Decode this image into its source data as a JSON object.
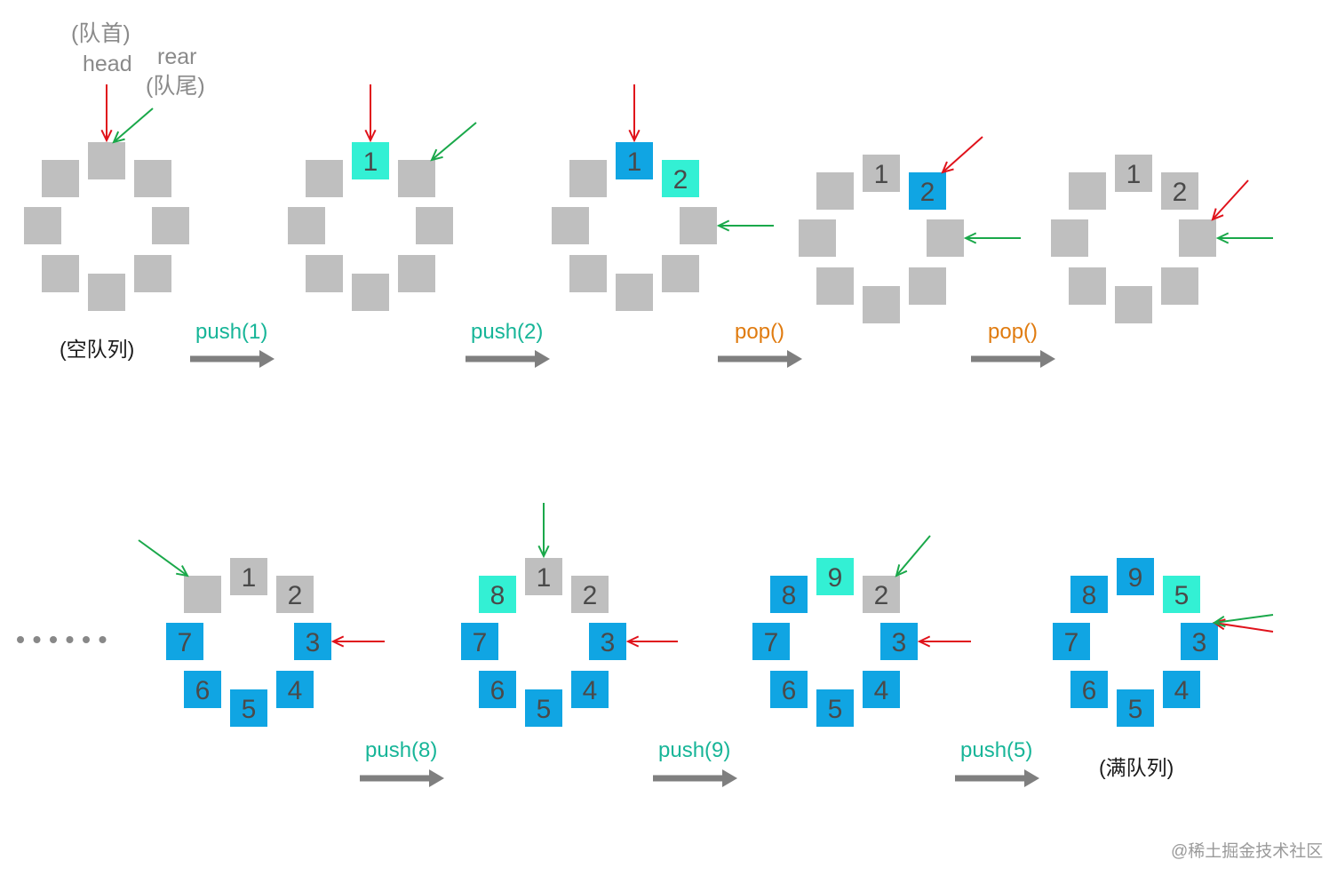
{
  "colors": {
    "empty": "#bfbfbf",
    "filled": "#10a5e3",
    "new": "#33f0d4",
    "text_on_cell": "#4a4a4a",
    "head_arrow": "#e0121b",
    "rear_arrow": "#1aa84a",
    "op_arrow": "#7f7f7f",
    "push_label": "#17b598",
    "pop_label": "#e07b0f",
    "legend": "#8a8a8a"
  },
  "legend": {
    "head_cn": "(队首)",
    "head_en": "head",
    "rear_en": "rear",
    "rear_cn": "(队尾)"
  },
  "captions": {
    "empty_queue": "(空队列)",
    "full_queue": "(满队列)"
  },
  "operations": [
    {
      "label": "push(1)",
      "kind": "push"
    },
    {
      "label": "push(2)",
      "kind": "push"
    },
    {
      "label": "pop()",
      "kind": "pop"
    },
    {
      "label": "pop()",
      "kind": "pop"
    },
    {
      "label": "push(8)",
      "kind": "push"
    },
    {
      "label": "push(9)",
      "kind": "push"
    },
    {
      "label": "push(5)",
      "kind": "push"
    }
  ],
  "ellipsis": "……",
  "watermark": "@稀土掘金技术社区",
  "queues": [
    {
      "cells": [
        {
          "t": "",
          "s": "empty"
        },
        {
          "t": "",
          "s": "empty"
        },
        {
          "t": "",
          "s": "empty"
        },
        {
          "t": "",
          "s": "empty"
        },
        {
          "t": "",
          "s": "empty"
        },
        {
          "t": "",
          "s": "empty"
        },
        {
          "t": "",
          "s": "empty"
        },
        {
          "t": "",
          "s": "empty"
        }
      ],
      "head": 0,
      "rear": 0
    },
    {
      "cells": [
        {
          "t": "1",
          "s": "new"
        },
        {
          "t": "",
          "s": "empty"
        },
        {
          "t": "",
          "s": "empty"
        },
        {
          "t": "",
          "s": "empty"
        },
        {
          "t": "",
          "s": "empty"
        },
        {
          "t": "",
          "s": "empty"
        },
        {
          "t": "",
          "s": "empty"
        },
        {
          "t": "",
          "s": "empty"
        }
      ],
      "head": 0,
      "rear": 1
    },
    {
      "cells": [
        {
          "t": "1",
          "s": "filled"
        },
        {
          "t": "2",
          "s": "new"
        },
        {
          "t": "",
          "s": "empty"
        },
        {
          "t": "",
          "s": "empty"
        },
        {
          "t": "",
          "s": "empty"
        },
        {
          "t": "",
          "s": "empty"
        },
        {
          "t": "",
          "s": "empty"
        },
        {
          "t": "",
          "s": "empty"
        }
      ],
      "head": 0,
      "rear": 2
    },
    {
      "cells": [
        {
          "t": "1",
          "s": "empty"
        },
        {
          "t": "2",
          "s": "filled"
        },
        {
          "t": "",
          "s": "empty"
        },
        {
          "t": "",
          "s": "empty"
        },
        {
          "t": "",
          "s": "empty"
        },
        {
          "t": "",
          "s": "empty"
        },
        {
          "t": "",
          "s": "empty"
        },
        {
          "t": "",
          "s": "empty"
        }
      ],
      "head": 1,
      "rear": 2
    },
    {
      "cells": [
        {
          "t": "1",
          "s": "empty"
        },
        {
          "t": "2",
          "s": "empty"
        },
        {
          "t": "",
          "s": "empty"
        },
        {
          "t": "",
          "s": "empty"
        },
        {
          "t": "",
          "s": "empty"
        },
        {
          "t": "",
          "s": "empty"
        },
        {
          "t": "",
          "s": "empty"
        },
        {
          "t": "",
          "s": "empty"
        }
      ],
      "head": 2,
      "rear": 2
    },
    {
      "cells": [
        {
          "t": "1",
          "s": "empty"
        },
        {
          "t": "2",
          "s": "empty"
        },
        {
          "t": "3",
          "s": "filled"
        },
        {
          "t": "4",
          "s": "filled"
        },
        {
          "t": "5",
          "s": "filled"
        },
        {
          "t": "6",
          "s": "filled"
        },
        {
          "t": "7",
          "s": "filled"
        },
        {
          "t": "",
          "s": "empty"
        }
      ],
      "head": 2,
      "rear": 7
    },
    {
      "cells": [
        {
          "t": "1",
          "s": "empty"
        },
        {
          "t": "2",
          "s": "empty"
        },
        {
          "t": "3",
          "s": "filled"
        },
        {
          "t": "4",
          "s": "filled"
        },
        {
          "t": "5",
          "s": "filled"
        },
        {
          "t": "6",
          "s": "filled"
        },
        {
          "t": "7",
          "s": "filled"
        },
        {
          "t": "8",
          "s": "new"
        }
      ],
      "head": 2,
      "rear": 0
    },
    {
      "cells": [
        {
          "t": "9",
          "s": "new"
        },
        {
          "t": "2",
          "s": "empty"
        },
        {
          "t": "3",
          "s": "filled"
        },
        {
          "t": "4",
          "s": "filled"
        },
        {
          "t": "5",
          "s": "filled"
        },
        {
          "t": "6",
          "s": "filled"
        },
        {
          "t": "7",
          "s": "filled"
        },
        {
          "t": "8",
          "s": "filled"
        }
      ],
      "head": 2,
      "rear": 1
    },
    {
      "cells": [
        {
          "t": "9",
          "s": "filled"
        },
        {
          "t": "5",
          "s": "new"
        },
        {
          "t": "3",
          "s": "filled"
        },
        {
          "t": "4",
          "s": "filled"
        },
        {
          "t": "5",
          "s": "filled"
        },
        {
          "t": "6",
          "s": "filled"
        },
        {
          "t": "7",
          "s": "filled"
        },
        {
          "t": "8",
          "s": "filled"
        }
      ],
      "head": 2,
      "rear": 2
    }
  ]
}
